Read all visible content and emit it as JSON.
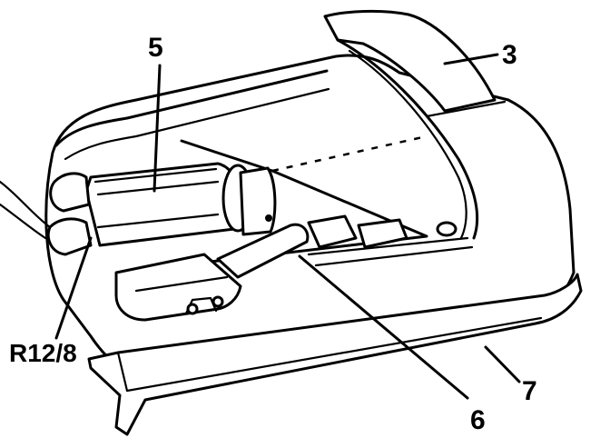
{
  "labels": {
    "label_3": "3",
    "label_5": "5",
    "label_6": "6",
    "label_7": "7",
    "label_r12_8": "R12/8"
  }
}
